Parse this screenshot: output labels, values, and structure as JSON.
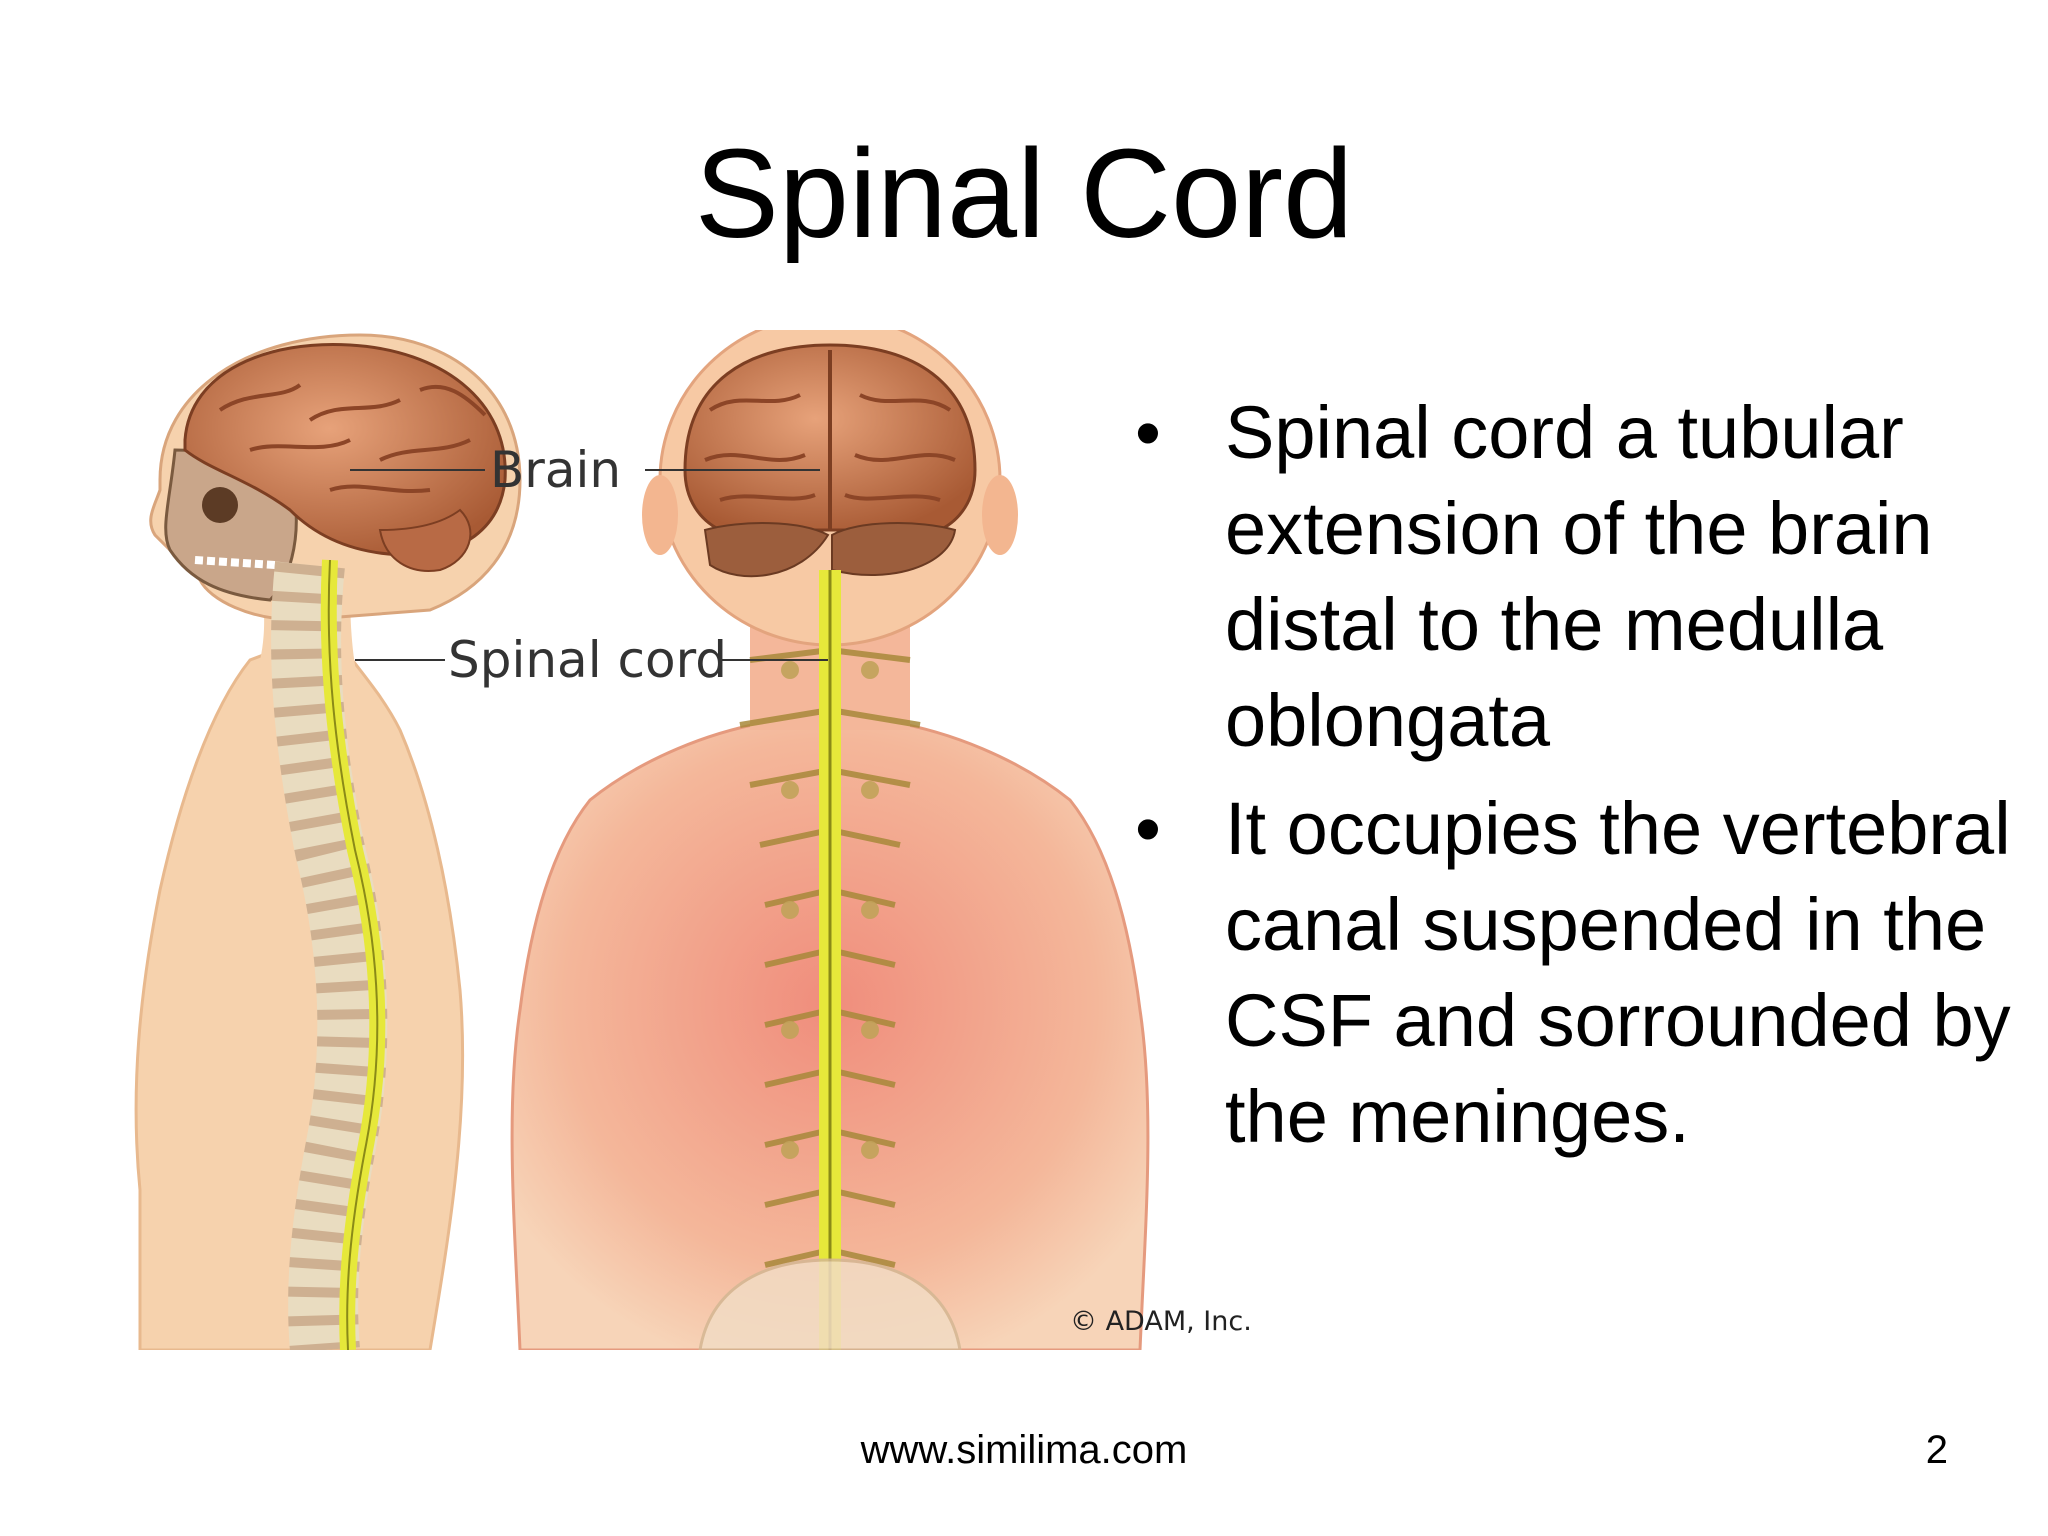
{
  "slide": {
    "title": "Spinal Cord",
    "bullets": [
      "Spinal cord a tubular extension of the brain distal to the medulla oblongata",
      "It occupies the vertebral canal suspended in the CSF and sorrounded by the meninges."
    ],
    "footer_url": "www.similima.com",
    "page_number": "2"
  },
  "figure": {
    "labels": {
      "brain": "Brain",
      "spinal_cord": "Spinal cord"
    },
    "copyright": "© ADAM, Inc.",
    "colors": {
      "skin": "#f6d2ad",
      "back_skin": "#f1a98e",
      "brain": "#d27f55",
      "cord": "#e6e83a",
      "vertebra": "#e9dcc0"
    }
  }
}
